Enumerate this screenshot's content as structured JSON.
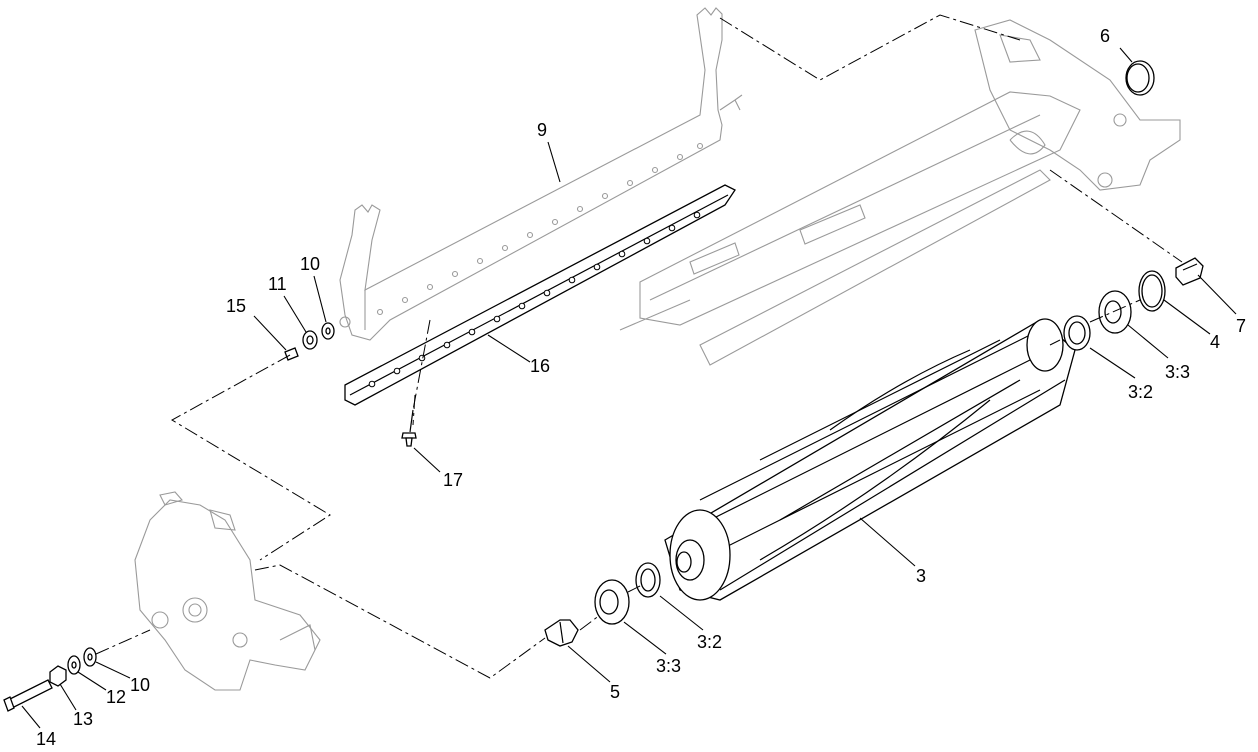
{
  "callouts": [
    {
      "id": "c9",
      "label": "9"
    },
    {
      "id": "c16",
      "label": "16"
    },
    {
      "id": "c17",
      "label": "17"
    },
    {
      "id": "c15",
      "label": "15"
    },
    {
      "id": "c11",
      "label": "11"
    },
    {
      "id": "c10a",
      "label": "10"
    },
    {
      "id": "c6",
      "label": "6"
    },
    {
      "id": "c7",
      "label": "7"
    },
    {
      "id": "c4",
      "label": "4"
    },
    {
      "id": "c33a",
      "label": "3:3"
    },
    {
      "id": "c32a",
      "label": "3:2"
    },
    {
      "id": "c3",
      "label": "3"
    },
    {
      "id": "c32b",
      "label": "3:2"
    },
    {
      "id": "c33b",
      "label": "3:3"
    },
    {
      "id": "c5",
      "label": "5"
    },
    {
      "id": "c10b",
      "label": "10"
    },
    {
      "id": "c12",
      "label": "12"
    },
    {
      "id": "c13",
      "label": "13"
    },
    {
      "id": "c14",
      "label": "14"
    }
  ]
}
